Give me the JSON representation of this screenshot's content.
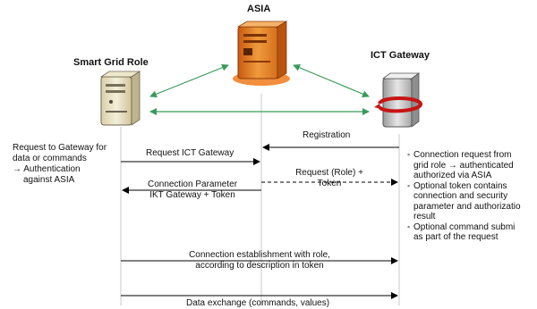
{
  "nodes": {
    "asia": "ASIA",
    "smart_grid_role": "Smart Grid Role",
    "ict_gateway": "ICT Gateway"
  },
  "left_note": {
    "line1": "Request to Gateway for",
    "line2": "data or commands",
    "line3": "→ Authentication",
    "line4": "against ASIA"
  },
  "messages": {
    "registration": "Registration",
    "request_ict_gateway": "Request ICT Gateway",
    "request_role_line1": "Request (Role) +",
    "request_role_line2": "Token",
    "conn_param_line1": "Connection Parameter",
    "conn_param_line2": "IKT Gateway + Token",
    "conn_establish_line1": "Connection establishment with role,",
    "conn_establish_line2": "according to description in token",
    "data_exchange": "Data exchange (commands, values)"
  },
  "right_notes": {
    "item1_line1": "Connection request from",
    "item1_line2": "grid role → authenticated",
    "item1_line3": "authorized via ASIA",
    "item2_line1": "Optional token contains",
    "item2_line2": "connection and security",
    "item2_line3": "parameter and authorizatio",
    "item2_line4": "result",
    "item3_line1": "Optional command submi",
    "item3_line2": "as part of the request"
  },
  "colors": {
    "green_arrow": "#3a9a5b",
    "lifeline": "#c8c8c8",
    "arrow": "#000000"
  }
}
